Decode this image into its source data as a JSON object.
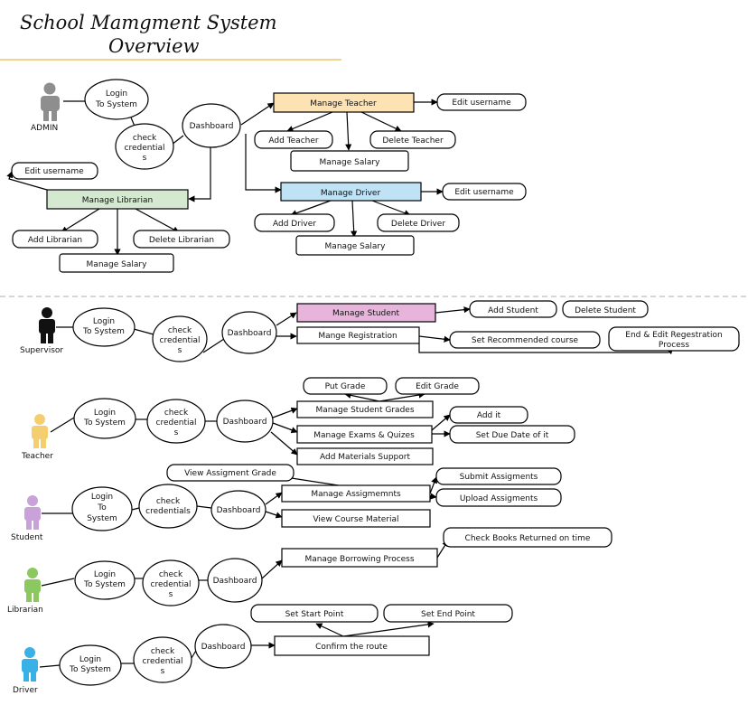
{
  "title": {
    "line1": "School Mamgment System",
    "line2": "Overview"
  },
  "colors": {
    "orange": "#fde3b3",
    "blue": "#bfe3f5",
    "green": "#d5e8d0",
    "pink": "#e7b5dc",
    "admin_actor": "#8e8e8e",
    "supervisor_actor": "#111111",
    "teacher_actor": "#f5cf6f",
    "student_actor": "#c8a2d8",
    "librarian_actor": "#8cc860",
    "driver_actor": "#39b0e6",
    "divider": "#bdbdbd",
    "title_underline": "#f2c46a"
  },
  "actors": {
    "admin": "ADMIN",
    "supervisor": "Supervisor",
    "teacher": "Teacher",
    "student": "Student",
    "librarian": "Librarian",
    "driver": "Driver"
  },
  "common": {
    "login": [
      "Login",
      "To System"
    ],
    "check": [
      "check",
      "credentials"
    ],
    "dashboard": "Dashboard"
  },
  "admin": {
    "check": [
      "check",
      "credential",
      "s"
    ],
    "manage_teacher": "Manage Teacher",
    "edit_username_t": "Edit username",
    "add_teacher": "Add Teacher",
    "delete_teacher": "Delete Teacher",
    "manage_salary_t": "Manage Salary",
    "manage_driver": "Manage Driver",
    "edit_username_d": "Edit username",
    "add_driver": "Add Driver",
    "delete_driver": "Delete Driver",
    "manage_salary_d": "Manage Salary",
    "manage_librarian": "Manage Librarian",
    "edit_username_l": "Edit username",
    "add_librarian": "Add Librarian",
    "delete_librarian": "Delete Librarian",
    "manage_salary_l": "Manage Salary"
  },
  "supervisor": {
    "check": [
      "check",
      "credential",
      "s"
    ],
    "manage_student": "Manage Student",
    "add_student": "Add Student",
    "delete_student": "Delete Student",
    "mange_registration": "Mange Registration",
    "set_recommended": "Set Recommended course",
    "end_edit": [
      "End & Edit Regestration",
      "Process"
    ]
  },
  "teacher": {
    "check": [
      "check",
      "credential",
      "s"
    ],
    "put_grade": "Put Grade",
    "edit_grade": "Edit Grade",
    "manage_grades": "Manage Student Grades",
    "manage_exams": "Manage Exams & Quizes",
    "add_it": "Add it",
    "set_due": "Set Due Date of it",
    "add_materials": "Add Materials Support"
  },
  "student": {
    "login": [
      "Login",
      "To",
      "System"
    ],
    "check": [
      "check",
      "credentials"
    ],
    "view_grade": "View Assigment Grade",
    "manage_assignments": "Manage Assigmemnts",
    "submit": "Submit Assigments",
    "upload": "Upload Assigments",
    "view_course": "View Course Material"
  },
  "librarian": {
    "check": [
      "check",
      "credential",
      "s"
    ],
    "manage_borrowing": "Manage Borrowing Process",
    "check_books": "Check Books Returned on time"
  },
  "driver": {
    "check": [
      "check",
      "credential",
      "s"
    ],
    "set_start": "Set Start Point",
    "set_end": "Set End Point",
    "confirm_route": "Confirm the route"
  }
}
